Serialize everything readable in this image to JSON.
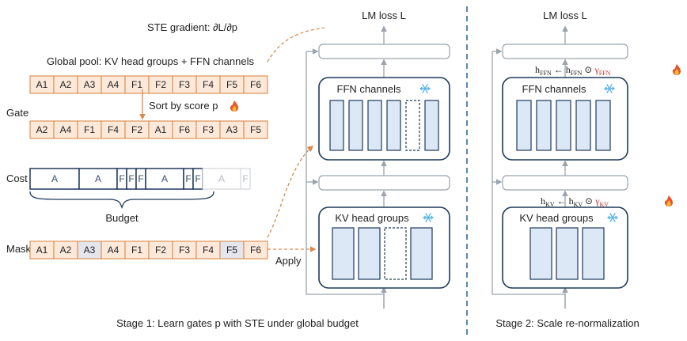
{
  "stage1": {
    "ste_gradient": "STE gradient: ∂L/∂p",
    "lm_loss": "LM loss L",
    "pool_title": "Global pool: KV head groups + FFN channels",
    "pool": [
      "A1",
      "A2",
      "A3",
      "A4",
      "F1",
      "F2",
      "F3",
      "F4",
      "F5",
      "F6"
    ],
    "gate_label": "Gate",
    "sort_label": "Sort by score p",
    "gate_row": [
      "A2",
      "A4",
      "F1",
      "F4",
      "F2",
      "A1",
      "F6",
      "F3",
      "A3",
      "F5"
    ],
    "cost_label": "Cost",
    "cost_row": [
      "A",
      "A",
      "F",
      "F",
      "F",
      "A",
      "F",
      "F",
      "A",
      "F"
    ],
    "budget_label": "Budget",
    "mask_label": "Mask",
    "mask_row": [
      "A1",
      "A2",
      "A3",
      "A4",
      "F1",
      "F2",
      "F3",
      "F4",
      "F5",
      "F6"
    ],
    "apply_label": "Apply",
    "ffn_title": "FFN channels",
    "kv_title": "KV head groups",
    "caption": "Stage 1: Learn gates p with STE under global budget"
  },
  "stage2": {
    "lm_loss": "LM loss L",
    "ffn_title": "FFN channels",
    "kv_title": "KV head groups",
    "ffn_eq": "h_FFN ← h_FFN ⊙ γ_FFN",
    "kv_eq": "h_KV ← h_KV ⊙ γ_KV",
    "caption": "Stage 2: Scale re-normalization"
  },
  "icons": {
    "flame": "flame-icon",
    "snowflake": "snowflake-icon"
  },
  "colors": {
    "orange_fill": "#fde9d9",
    "orange_border": "#d9894a",
    "masked_fill": "#e4e6ee",
    "navy": "#1f3a5a",
    "gray": "#9ba3ad",
    "blue_fill": "#dce8f5",
    "divider": "#2e6b9e",
    "snow": "#5ab4e8",
    "gamma_red": "#c0392b"
  }
}
